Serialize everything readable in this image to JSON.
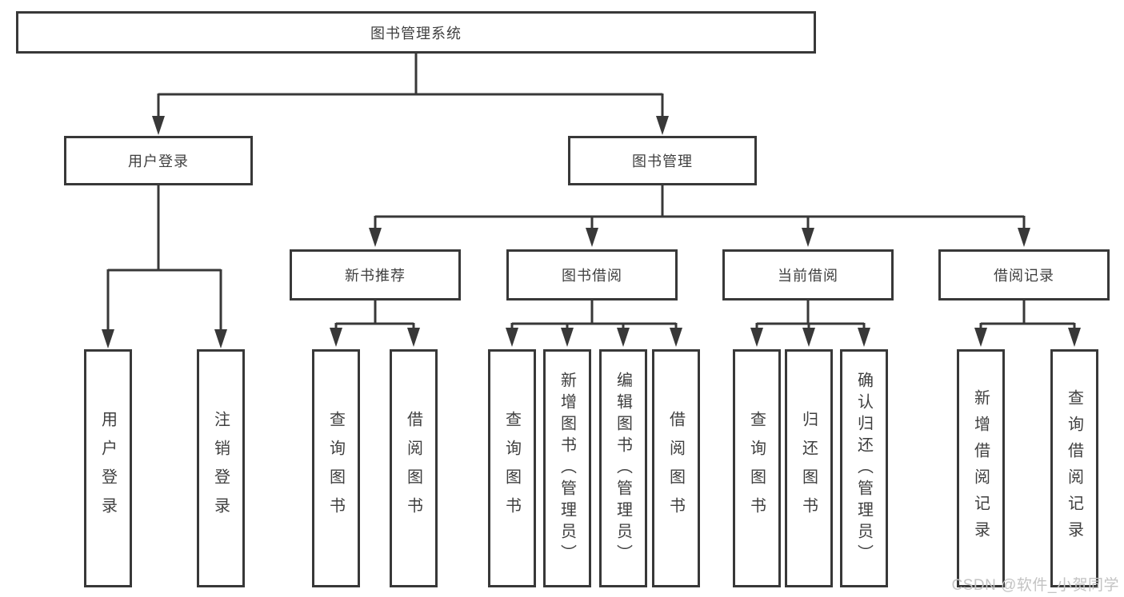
{
  "tree": {
    "label": "图书管理系统",
    "children": [
      {
        "label": "用户登录",
        "children": [
          {
            "label": "用户登录"
          },
          {
            "label": "注销登录"
          }
        ]
      },
      {
        "label": "图书管理",
        "children": [
          {
            "label": "新书推荐",
            "children": [
              {
                "label": "查询图书"
              },
              {
                "label": "借阅图书"
              }
            ]
          },
          {
            "label": "图书借阅",
            "children": [
              {
                "label": "查询图书"
              },
              {
                "label": "新增图书（管理员）"
              },
              {
                "label": "编辑图书（管理员）"
              },
              {
                "label": "借阅图书"
              }
            ]
          },
          {
            "label": "当前借阅",
            "children": [
              {
                "label": "查询图书"
              },
              {
                "label": "归还图书"
              },
              {
                "label": "确认归还（管理员）"
              }
            ]
          },
          {
            "label": "借阅记录",
            "children": [
              {
                "label": "新增借阅记录"
              },
              {
                "label": "查询借阅记录"
              }
            ]
          }
        ]
      }
    ]
  },
  "watermark": {
    "text": "CSDN @软件_小贺同学"
  },
  "colors": {
    "line": "#383838",
    "text": "#3f3f3f",
    "watermark": "#c3c3c3"
  }
}
